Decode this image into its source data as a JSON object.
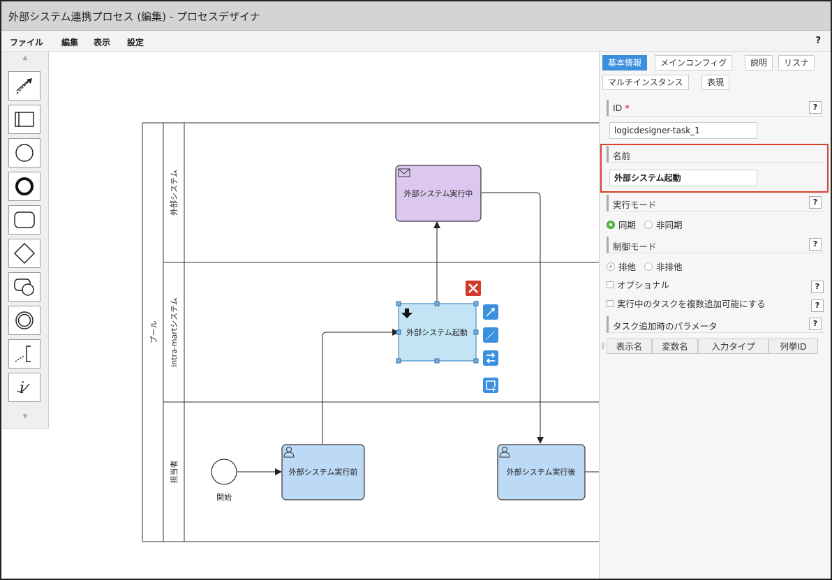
{
  "window": {
    "title": "外部システム連携プロセス (編集) - プロセスデザイナ"
  },
  "menu": {
    "items": [
      "ファイル",
      "編集",
      "表示",
      "設定"
    ],
    "help": "?"
  },
  "palette": {
    "tools": [
      "connector-tool-icon",
      "lane-tool-icon",
      "start-event-tool-icon",
      "end-event-tool-icon",
      "task-tool-icon",
      "gateway-tool-icon",
      "subprocess-tool-icon",
      "intermediate-event-tool-icon",
      "annotation-tool-icon",
      "info-tool-icon"
    ]
  },
  "diagram": {
    "pool_label": "プール",
    "lanes": [
      "外部システム",
      "intra-martシステム",
      "担当者"
    ],
    "tasks": {
      "external_running": "外部システム実行中",
      "external_start": "外部システム起動",
      "before": "外部システム実行前",
      "after": "外部システム実行後"
    },
    "start_label": "開始"
  },
  "properties": {
    "tabs": [
      "基本情報",
      "メインコンフィグ",
      "説明",
      "リスナ",
      "マルチインスタンス",
      "表現"
    ],
    "active_tab": "基本情報",
    "id": {
      "label": "ID",
      "required": "*",
      "value": "logicdesigner-task_1"
    },
    "name": {
      "label": "名前",
      "value": "外部システム起動"
    },
    "exec_mode": {
      "label": "実行モード",
      "options": [
        "同期",
        "非同期"
      ],
      "selected": "同期"
    },
    "control_mode": {
      "label": "制御モード",
      "options": [
        "排他",
        "非排他"
      ]
    },
    "optional": {
      "label": "オプショナル"
    },
    "multi_add": {
      "label": "実行中のタスクを複数追加可能にする"
    },
    "params": {
      "label": "タスク追加時のパラメータ",
      "columns": [
        "表示名",
        "変数名",
        "入力タイプ",
        "列挙ID"
      ]
    },
    "help": "?"
  },
  "colors": {
    "accent": "#3b8fdf",
    "task_fill": "#bcd9f5",
    "message_task_fill": "#dcc8ee",
    "highlight": "#d9402b",
    "delete": "#d33a2c"
  }
}
